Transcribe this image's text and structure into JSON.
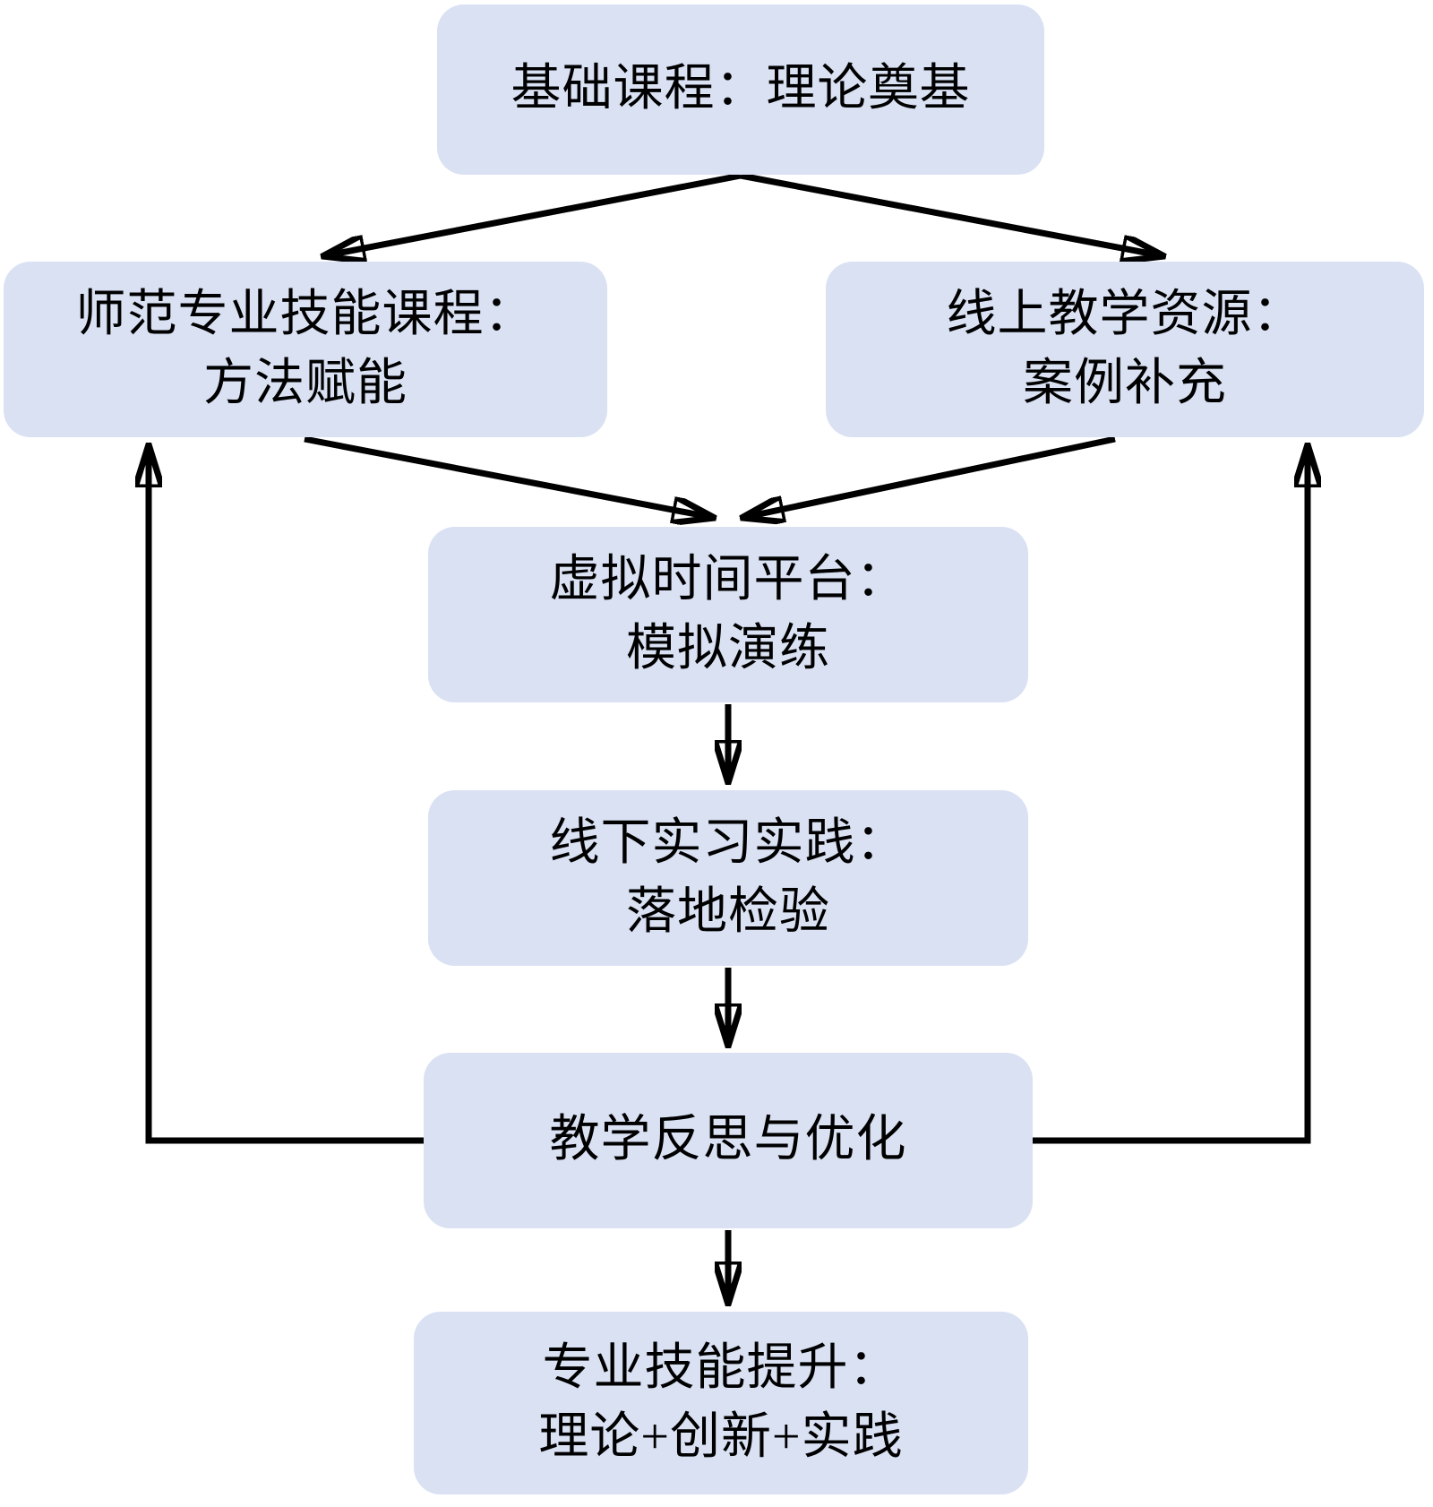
{
  "diagram": {
    "background_color": "#ffffff",
    "node_fill_color": "#d9e1f3",
    "text_color": "#000000",
    "arrow_color": "#000000",
    "nodes": [
      {
        "id": "foundation-course",
        "lines": [
          "基础课程：理论奠基"
        ]
      },
      {
        "id": "normal-major-skills-course",
        "lines": [
          "师范专业技能课程：",
          "方法赋能"
        ]
      },
      {
        "id": "online-teaching-resources",
        "lines": [
          "线上教学资源：",
          "案例补充"
        ]
      },
      {
        "id": "virtual-platform",
        "lines": [
          "虚拟时间平台：",
          "模拟演练"
        ]
      },
      {
        "id": "offline-internship-practice",
        "lines": [
          "线下实习实践：",
          "落地检验"
        ]
      },
      {
        "id": "teaching-reflection-optimization",
        "lines": [
          "教学反思与优化"
        ]
      },
      {
        "id": "professional-skill-improvement",
        "lines": [
          "专业技能提升：",
          "理论+创新+实践"
        ]
      }
    ],
    "edges": [
      {
        "from": "foundation-course",
        "to": "normal-major-skills-course",
        "style": "diagonal"
      },
      {
        "from": "foundation-course",
        "to": "online-teaching-resources",
        "style": "diagonal"
      },
      {
        "from": "normal-major-skills-course",
        "to": "virtual-platform",
        "style": "diagonal"
      },
      {
        "from": "online-teaching-resources",
        "to": "virtual-platform",
        "style": "diagonal"
      },
      {
        "from": "virtual-platform",
        "to": "offline-internship-practice",
        "style": "straight-down"
      },
      {
        "from": "offline-internship-practice",
        "to": "teaching-reflection-optimization",
        "style": "straight-down"
      },
      {
        "from": "teaching-reflection-optimization",
        "to": "professional-skill-improvement",
        "style": "straight-down"
      },
      {
        "from": "teaching-reflection-optimization",
        "to": "normal-major-skills-course",
        "style": "feedback-left"
      },
      {
        "from": "teaching-reflection-optimization",
        "to": "online-teaching-resources",
        "style": "feedback-right"
      }
    ]
  }
}
